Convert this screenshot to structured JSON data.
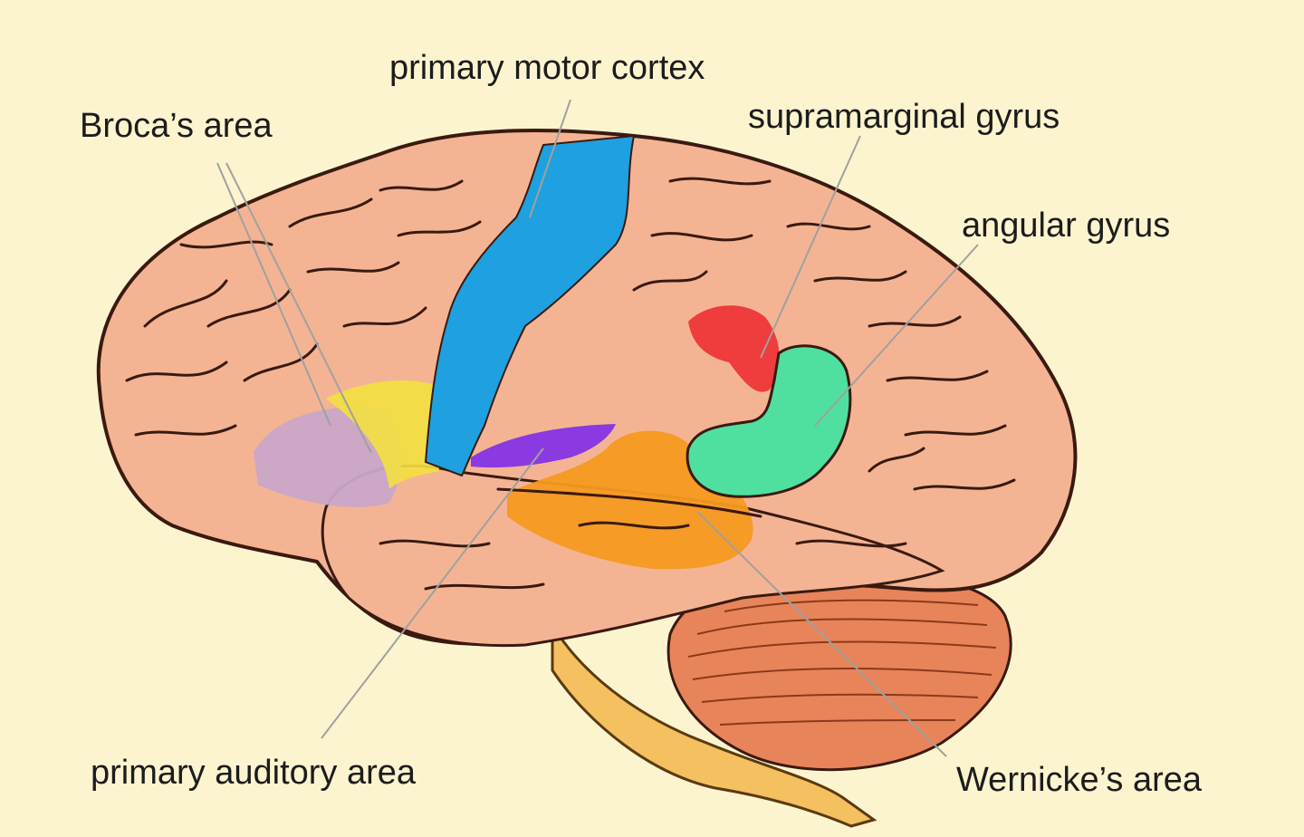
{
  "labels": {
    "primary_motor_cortex": "primary motor cortex",
    "brocas_area": "Broca’s area",
    "supramarginal_gyrus": "supramarginal gyrus",
    "angular_gyrus": "angular gyrus",
    "primary_auditory_area": "primary auditory area",
    "wernickes_area": "Wernicke’s area"
  },
  "colors": {
    "background": "#fbf4cf",
    "cortex": "#f4b494",
    "sulcus_line": "#3a1a10",
    "motor_cortex": "#1fa0e0",
    "brocas_area": "#c9a6c8",
    "premotor_yellow": "#f4e040",
    "supramarginal_gyrus": "#ef3c3c",
    "angular_gyrus": "#4fe0a0",
    "primary_auditory_area": "#8a3ae0",
    "wernickes_area": "#f49a20",
    "cerebellum": "#e8845a",
    "brainstem": "#f4c060"
  }
}
